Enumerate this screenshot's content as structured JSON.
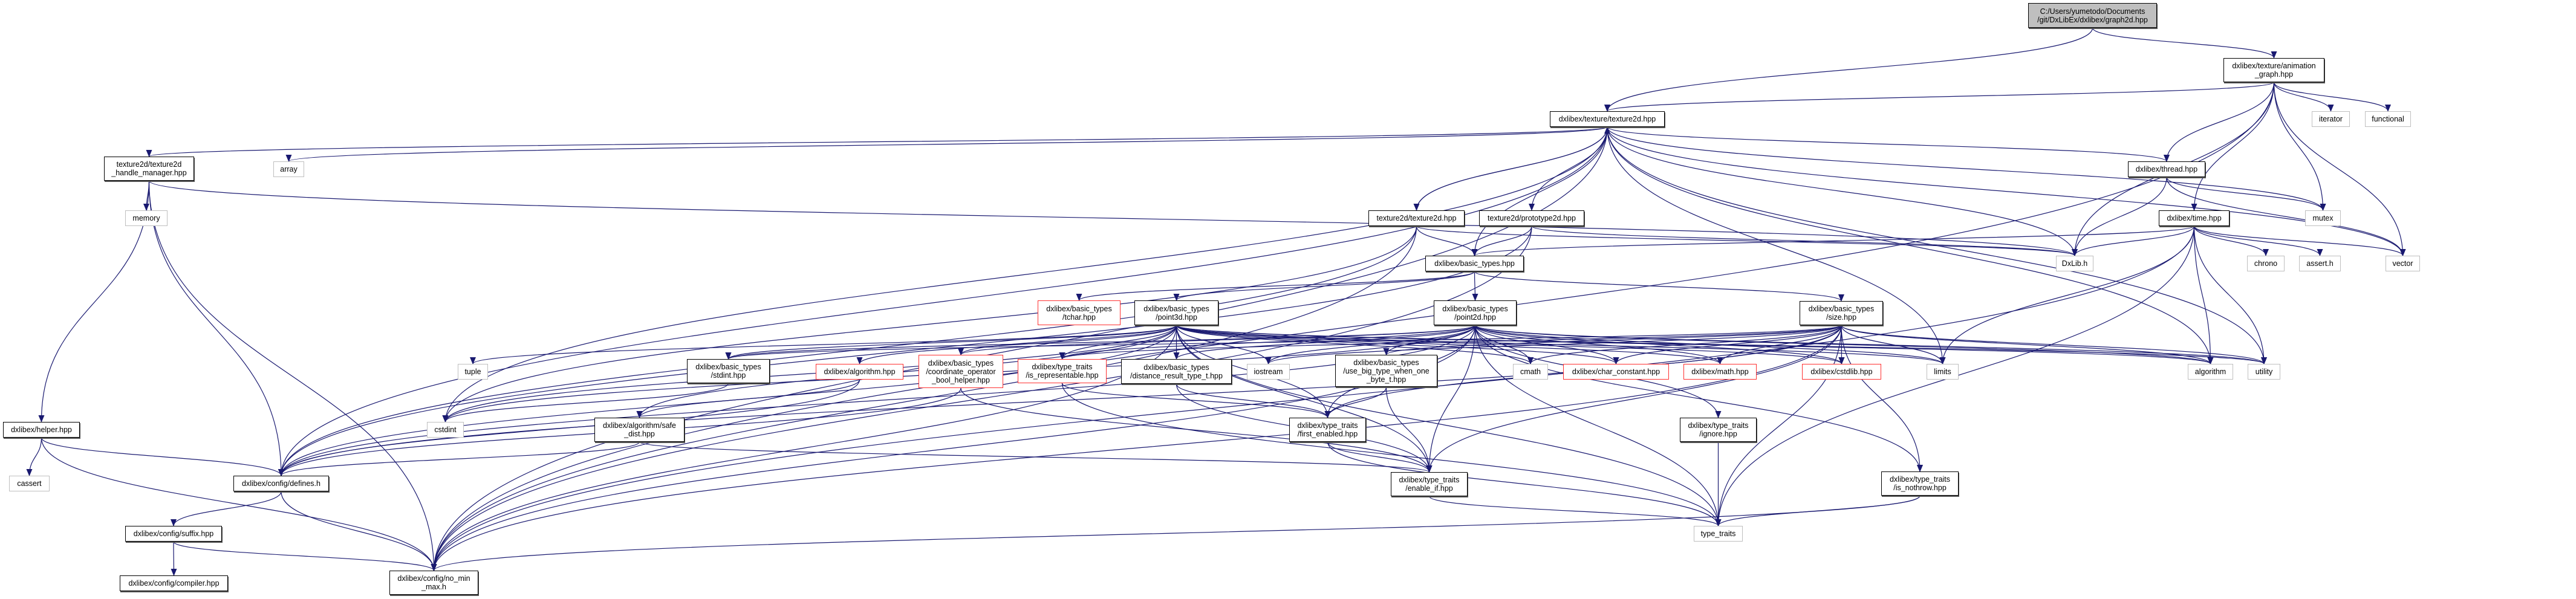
{
  "graph": {
    "edge_color": "#191970",
    "nodes": [
      {
        "id": "root",
        "label": "C:/Users/yumetodo/Documents\n/git/DxLibEx/dxlibex/graph2d.hpp",
        "kind": "root"
      },
      {
        "id": "anim",
        "label": "dxlibex/texture/animation\n_graph.hpp",
        "kind": "normal"
      },
      {
        "id": "iterator",
        "label": "iterator",
        "kind": "system"
      },
      {
        "id": "functional",
        "label": "functional",
        "kind": "system"
      },
      {
        "id": "tex",
        "label": "dxlibex/texture/texture2d.hpp",
        "kind": "normal"
      },
      {
        "id": "array",
        "label": "array",
        "kind": "system"
      },
      {
        "id": "handle",
        "label": "texture2d/texture2d\n_handle_manager.hpp",
        "kind": "normal"
      },
      {
        "id": "memory",
        "label": "memory",
        "kind": "system"
      },
      {
        "id": "thread",
        "label": "dxlibex/thread.hpp",
        "kind": "normal"
      },
      {
        "id": "mutex",
        "label": "mutex",
        "kind": "system"
      },
      {
        "id": "time",
        "label": "dxlibex/time.hpp",
        "kind": "normal"
      },
      {
        "id": "dxlib",
        "label": "DxLib.h",
        "kind": "system"
      },
      {
        "id": "chrono",
        "label": "chrono",
        "kind": "system"
      },
      {
        "id": "assert",
        "label": "assert.h",
        "kind": "system"
      },
      {
        "id": "vector",
        "label": "vector",
        "kind": "system"
      },
      {
        "id": "t2d",
        "label": "texture2d/texture2d.hpp",
        "kind": "normal"
      },
      {
        "id": "proto",
        "label": "texture2d/prototype2d.hpp",
        "kind": "normal"
      },
      {
        "id": "basic",
        "label": "dxlibex/basic_types.hpp",
        "kind": "normal"
      },
      {
        "id": "tchar",
        "label": "dxlibex/basic_types\n/tchar.hpp",
        "kind": "red"
      },
      {
        "id": "point3d",
        "label": "dxlibex/basic_types\n/point3d.hpp",
        "kind": "normal"
      },
      {
        "id": "point2d",
        "label": "dxlibex/basic_types\n/point2d.hpp",
        "kind": "normal"
      },
      {
        "id": "size",
        "label": "dxlibex/basic_types\n/size.hpp",
        "kind": "normal"
      },
      {
        "id": "tuple",
        "label": "tuple",
        "kind": "system"
      },
      {
        "id": "stdint",
        "label": "dxlibex/basic_types\n/stdint.hpp",
        "kind": "normal"
      },
      {
        "id": "algo",
        "label": "dxlibex/algorithm.hpp",
        "kind": "red"
      },
      {
        "id": "coord",
        "label": "dxlibex/basic_types\n/coordinate_operator\n_bool_helper.hpp",
        "kind": "red"
      },
      {
        "id": "isrep",
        "label": "dxlibex/type_traits\n/is_representable.hpp",
        "kind": "red"
      },
      {
        "id": "dist",
        "label": "dxlibex/basic_types\n/distance_result_type_t.hpp",
        "kind": "normal"
      },
      {
        "id": "iostream",
        "label": "iostream",
        "kind": "system"
      },
      {
        "id": "usebig",
        "label": "dxlibex/basic_types\n/use_big_type_when_one\n_byte_t.hpp",
        "kind": "normal"
      },
      {
        "id": "cmath",
        "label": "cmath",
        "kind": "system"
      },
      {
        "id": "charc",
        "label": "dxlibex/char_constant.hpp",
        "kind": "red"
      },
      {
        "id": "math",
        "label": "dxlibex/math.hpp",
        "kind": "red"
      },
      {
        "id": "cstdlib",
        "label": "dxlibex/cstdlib.hpp",
        "kind": "red"
      },
      {
        "id": "limits",
        "label": "limits",
        "kind": "system"
      },
      {
        "id": "algorithm",
        "label": "algorithm",
        "kind": "system"
      },
      {
        "id": "utility",
        "label": "utility",
        "kind": "system"
      },
      {
        "id": "cstdint",
        "label": "cstdint",
        "kind": "system"
      },
      {
        "id": "helper",
        "label": "dxlibex/helper.hpp",
        "kind": "normal"
      },
      {
        "id": "safe",
        "label": "dxlibex/algorithm/safe\n_dist.hpp",
        "kind": "normal"
      },
      {
        "id": "first",
        "label": "dxlibex/type_traits\n/first_enabled.hpp",
        "kind": "normal"
      },
      {
        "id": "ignore",
        "label": "dxlibex/type_traits\n/ignore.hpp",
        "kind": "normal"
      },
      {
        "id": "enable",
        "label": "dxlibex/type_traits\n/enable_if.hpp",
        "kind": "normal"
      },
      {
        "id": "isnothrow",
        "label": "dxlibex/type_traits\n/is_nothrow.hpp",
        "kind": "normal"
      },
      {
        "id": "cassert",
        "label": "cassert",
        "kind": "system"
      },
      {
        "id": "defines",
        "label": "dxlibex/config/defines.h",
        "kind": "normal"
      },
      {
        "id": "suffix",
        "label": "dxlibex/config/suffix.hpp",
        "kind": "normal"
      },
      {
        "id": "type_traits",
        "label": "type_traits",
        "kind": "system"
      },
      {
        "id": "compiler",
        "label": "dxlibex/config/compiler.hpp",
        "kind": "normal"
      },
      {
        "id": "nominmax",
        "label": "dxlibex/config/no_min\n_max.h",
        "kind": "normal"
      }
    ],
    "edges": [
      [
        "root",
        "tex"
      ],
      [
        "root",
        "anim"
      ],
      [
        "anim",
        "tex"
      ],
      [
        "anim",
        "iterator"
      ],
      [
        "anim",
        "functional"
      ],
      [
        "anim",
        "thread"
      ],
      [
        "anim",
        "time"
      ],
      [
        "anim",
        "mutex"
      ],
      [
        "anim",
        "vector"
      ],
      [
        "anim",
        "dxlib"
      ],
      [
        "anim",
        "nominmax"
      ],
      [
        "tex",
        "handle"
      ],
      [
        "tex",
        "array"
      ],
      [
        "tex",
        "t2d"
      ],
      [
        "tex",
        "proto"
      ],
      [
        "tex",
        "basic"
      ],
      [
        "tex",
        "thread"
      ],
      [
        "tex",
        "dxlib"
      ],
      [
        "tex",
        "mutex"
      ],
      [
        "tex",
        "vector"
      ],
      [
        "tex",
        "defines"
      ],
      [
        "tex",
        "nominmax"
      ],
      [
        "tex",
        "cstdint"
      ],
      [
        "tex",
        "algorithm"
      ],
      [
        "tex",
        "utility"
      ],
      [
        "tex",
        "limits"
      ],
      [
        "handle",
        "memory"
      ],
      [
        "handle",
        "helper"
      ],
      [
        "handle",
        "defines"
      ],
      [
        "handle",
        "nominmax"
      ],
      [
        "handle",
        "dxlib"
      ],
      [
        "t2d",
        "tex"
      ],
      [
        "t2d",
        "basic"
      ],
      [
        "t2d",
        "dxlib"
      ],
      [
        "t2d",
        "defines"
      ],
      [
        "t2d",
        "nominmax"
      ],
      [
        "t2d",
        "cstdint"
      ],
      [
        "proto",
        "basic"
      ],
      [
        "proto",
        "defines"
      ],
      [
        "proto",
        "nominmax"
      ],
      [
        "proto",
        "dxlib"
      ],
      [
        "thread",
        "mutex"
      ],
      [
        "thread",
        "dxlib"
      ],
      [
        "thread",
        "vector"
      ],
      [
        "time",
        "dxlib"
      ],
      [
        "time",
        "chrono"
      ],
      [
        "time",
        "assert"
      ],
      [
        "time",
        "vector"
      ],
      [
        "time",
        "basic"
      ],
      [
        "time",
        "algorithm"
      ],
      [
        "time",
        "utility"
      ],
      [
        "time",
        "type_traits"
      ],
      [
        "time",
        "nominmax"
      ],
      [
        "time",
        "limits"
      ],
      [
        "basic",
        "tchar"
      ],
      [
        "basic",
        "point3d"
      ],
      [
        "basic",
        "point2d"
      ],
      [
        "basic",
        "size"
      ],
      [
        "point3d",
        "stdint"
      ],
      [
        "point3d",
        "cstdint"
      ],
      [
        "point3d",
        "tuple"
      ],
      [
        "point3d",
        "defines"
      ],
      [
        "point3d",
        "coord"
      ],
      [
        "point3d",
        "isrep"
      ],
      [
        "point3d",
        "dist"
      ],
      [
        "point3d",
        "iostream"
      ],
      [
        "point3d",
        "cmath"
      ],
      [
        "point3d",
        "charc"
      ],
      [
        "point3d",
        "math"
      ],
      [
        "point3d",
        "cstdlib"
      ],
      [
        "point3d",
        "limits"
      ],
      [
        "point3d",
        "first"
      ],
      [
        "point3d",
        "enable"
      ],
      [
        "point3d",
        "type_traits"
      ],
      [
        "point3d",
        "algo"
      ],
      [
        "point3d",
        "safe"
      ],
      [
        "point3d",
        "nominmax"
      ],
      [
        "point3d",
        "utility"
      ],
      [
        "point3d",
        "algorithm"
      ],
      [
        "point2d",
        "stdint"
      ],
      [
        "point2d",
        "cstdint"
      ],
      [
        "point2d",
        "defines"
      ],
      [
        "point2d",
        "coord"
      ],
      [
        "point2d",
        "isrep"
      ],
      [
        "point2d",
        "dist"
      ],
      [
        "point2d",
        "iostream"
      ],
      [
        "point2d",
        "usebig"
      ],
      [
        "point2d",
        "cmath"
      ],
      [
        "point2d",
        "charc"
      ],
      [
        "point2d",
        "math"
      ],
      [
        "point2d",
        "cstdlib"
      ],
      [
        "point2d",
        "limits"
      ],
      [
        "point2d",
        "first"
      ],
      [
        "point2d",
        "enable"
      ],
      [
        "point2d",
        "ignore"
      ],
      [
        "point2d",
        "isnothrow"
      ],
      [
        "point2d",
        "type_traits"
      ],
      [
        "point2d",
        "nominmax"
      ],
      [
        "point2d",
        "utility"
      ],
      [
        "point2d",
        "algorithm"
      ],
      [
        "size",
        "stdint"
      ],
      [
        "size",
        "defines"
      ],
      [
        "size",
        "isrep"
      ],
      [
        "size",
        "iostream"
      ],
      [
        "size",
        "usebig"
      ],
      [
        "size",
        "cmath"
      ],
      [
        "size",
        "charc"
      ],
      [
        "size",
        "math"
      ],
      [
        "size",
        "cstdlib"
      ],
      [
        "size",
        "limits"
      ],
      [
        "size",
        "first"
      ],
      [
        "size",
        "enable"
      ],
      [
        "size",
        "isnothrow"
      ],
      [
        "size",
        "type_traits"
      ],
      [
        "size",
        "nominmax"
      ],
      [
        "size",
        "utility"
      ],
      [
        "size",
        "algorithm"
      ],
      [
        "helper",
        "cassert"
      ],
      [
        "helper",
        "defines"
      ],
      [
        "helper",
        "nominmax"
      ],
      [
        "defines",
        "suffix"
      ],
      [
        "defines",
        "nominmax"
      ],
      [
        "suffix",
        "compiler"
      ],
      [
        "suffix",
        "nominmax"
      ],
      [
        "stdint",
        "cstdint"
      ],
      [
        "algo",
        "safe"
      ],
      [
        "algo",
        "defines"
      ],
      [
        "safe",
        "defines"
      ],
      [
        "safe",
        "enable"
      ],
      [
        "coord",
        "defines"
      ],
      [
        "coord",
        "enable"
      ],
      [
        "isrep",
        "type_traits"
      ],
      [
        "isrep",
        "first"
      ],
      [
        "dist",
        "first"
      ],
      [
        "dist",
        "enable"
      ],
      [
        "usebig",
        "first"
      ],
      [
        "usebig",
        "enable"
      ],
      [
        "first",
        "type_traits"
      ],
      [
        "first",
        "enable"
      ],
      [
        "enable",
        "type_traits"
      ],
      [
        "ignore",
        "type_traits"
      ],
      [
        "isnothrow",
        "type_traits"
      ],
      [
        "isnothrow",
        "nominmax"
      ]
    ]
  }
}
